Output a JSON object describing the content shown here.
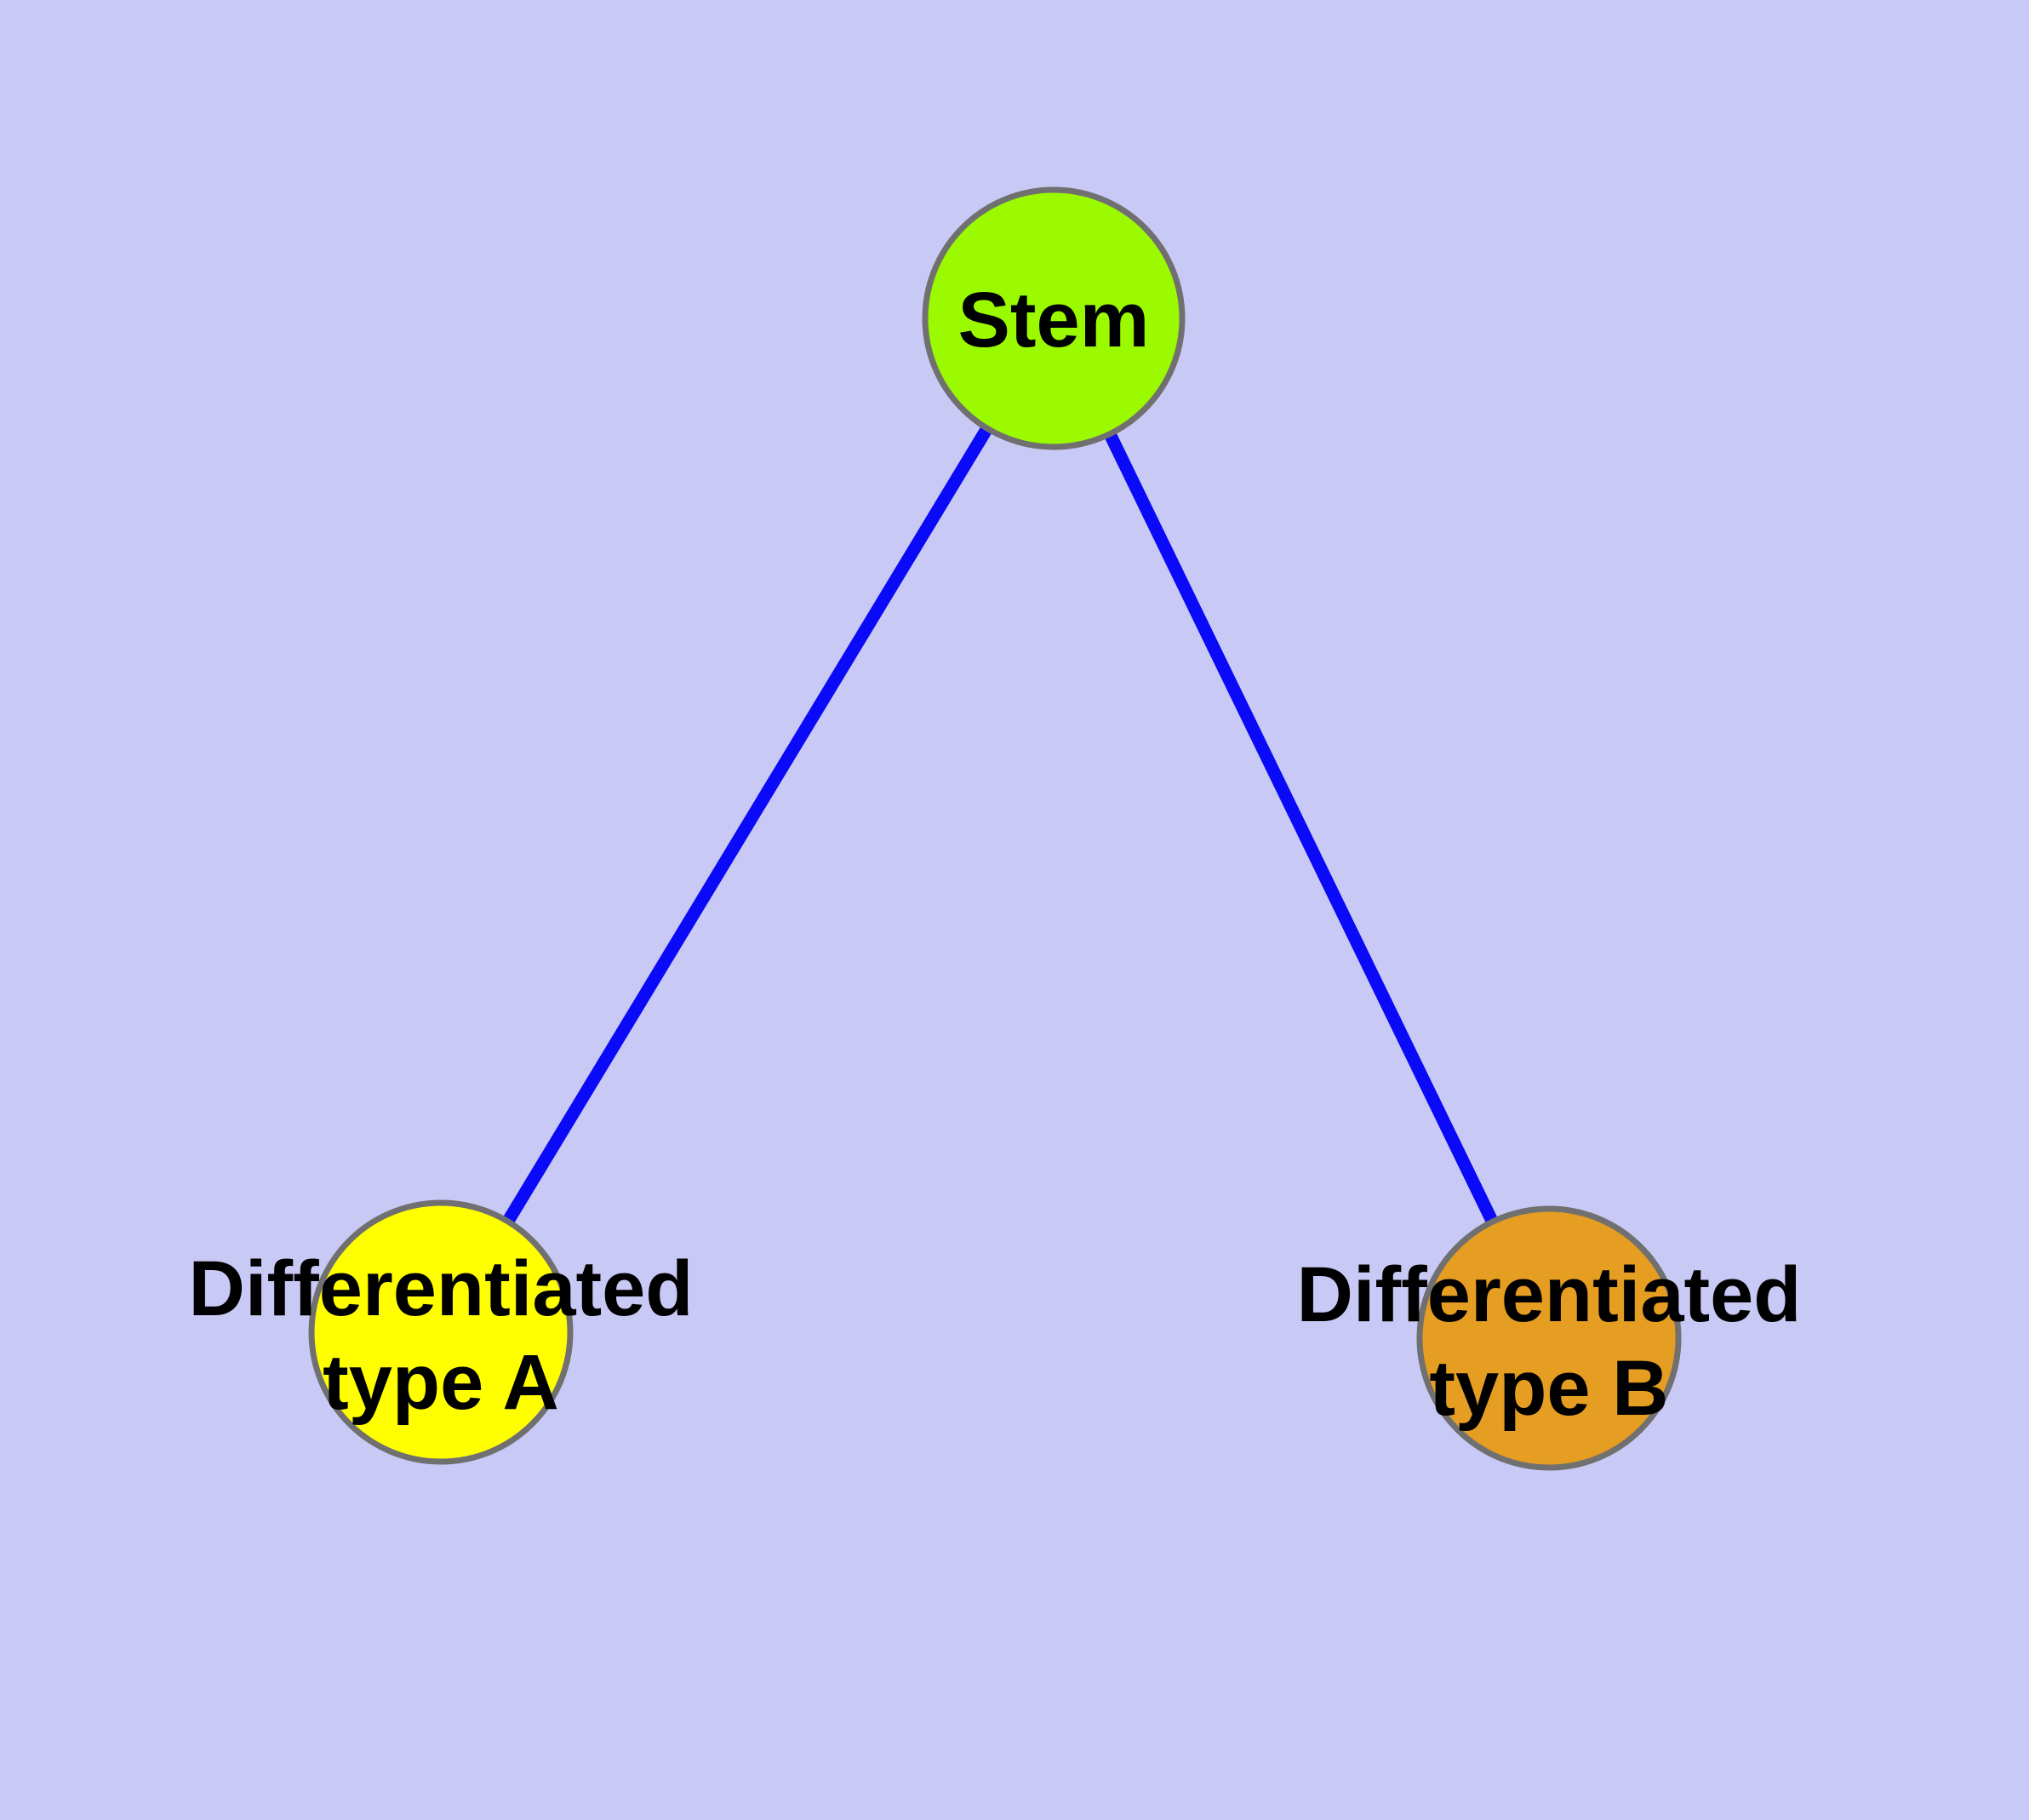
{
  "diagram": {
    "background_color": "#C9C9F5",
    "edge_color": "#0A0AF8",
    "node_border_color": "#707070",
    "label_color": "#000000",
    "nodes": {
      "stem": {
        "label": "Stem",
        "fill": "#9BFA00"
      },
      "diff_a": {
        "label_line1": "Differentiated",
        "label_line2": "type A",
        "fill": "#FFFF00"
      },
      "diff_b": {
        "label_line1": "Differentiated",
        "label_line2": "type B",
        "fill": "#E59D22"
      }
    },
    "edges": [
      {
        "from": "Stem",
        "to": "Differentiated type A"
      },
      {
        "from": "Stem",
        "to": "Differentiated type B"
      }
    ]
  }
}
